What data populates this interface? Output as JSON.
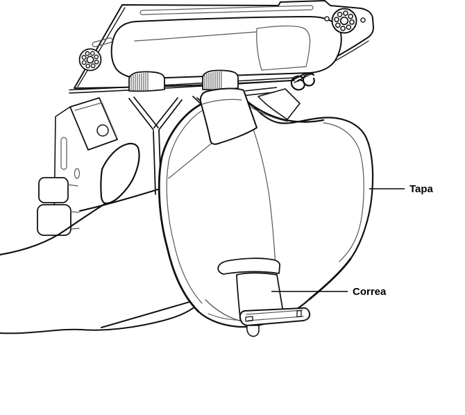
{
  "figure": {
    "callouts": [
      {
        "id": "tapa",
        "label": "Tapa"
      },
      {
        "id": "correa",
        "label": "Correa"
      }
    ],
    "colors": {
      "line": "#111111",
      "thin_line": "#555555",
      "label_text": "#000000",
      "background": "#ffffff"
    }
  }
}
